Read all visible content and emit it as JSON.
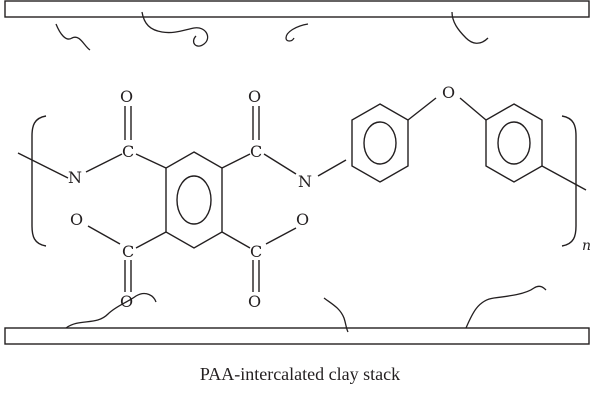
{
  "caption": "PAA-intercalated clay stack",
  "atoms": {
    "nitrogen": "N",
    "oxygen": "O",
    "carbon": "C"
  },
  "repeat_subscript": "n"
}
